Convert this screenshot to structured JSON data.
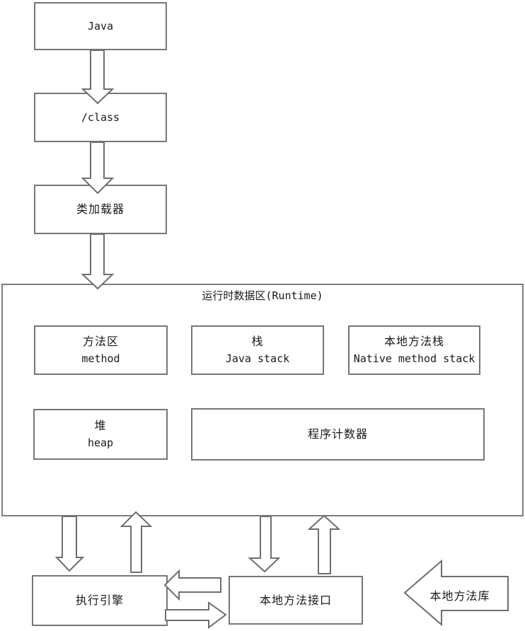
{
  "diagram": {
    "title": "运行时数据区(Runtime)",
    "nodes": {
      "java": {
        "label": "Java"
      },
      "class_file": {
        "label": "/class"
      },
      "class_loader": {
        "label": "类加载器"
      },
      "method_area": {
        "line1": "方法区",
        "line2": "method"
      },
      "java_stack": {
        "line1": "栈",
        "line2": "Java stack"
      },
      "native_method_stack": {
        "line1": "本地方法栈",
        "line2": "Native method stack"
      },
      "heap": {
        "line1": "堆",
        "line2": "heap"
      },
      "pc_register": {
        "label": "程序计数器"
      },
      "execution_engine": {
        "label": "执行引擎"
      },
      "native_method_interface": {
        "label": "本地方法接口"
      },
      "native_method_library": {
        "label": "本地方法库"
      }
    },
    "arrows": [
      {
        "name": "java-to-class",
        "direction": "down"
      },
      {
        "name": "class-to-loader",
        "direction": "down"
      },
      {
        "name": "loader-to-runtime",
        "direction": "down"
      },
      {
        "name": "runtime-to-engine",
        "direction": "down"
      },
      {
        "name": "engine-to-runtime",
        "direction": "up"
      },
      {
        "name": "runtime-to-interface",
        "direction": "down"
      },
      {
        "name": "interface-to-runtime",
        "direction": "up"
      },
      {
        "name": "interface-to-engine",
        "direction": "left"
      },
      {
        "name": "engine-to-interface",
        "direction": "right"
      },
      {
        "name": "library-to-interface",
        "direction": "left"
      }
    ],
    "colors": {
      "background": "#ffffff",
      "box_border": "#767676",
      "arrow_stroke": "#6e6e6e",
      "text": "#1a1a1a"
    }
  }
}
